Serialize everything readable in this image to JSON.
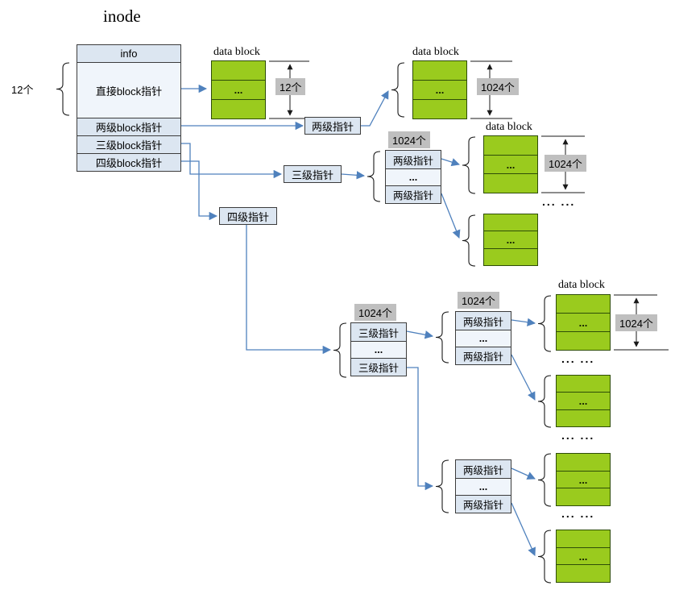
{
  "title": "inode",
  "inode": {
    "rows": [
      "info",
      "直接block指针",
      "两级block指针",
      "三级block指针",
      "四级block指针"
    ],
    "direct_group_label": "12个"
  },
  "pointer_boxes": {
    "double": "两级指针",
    "triple": "三级指针",
    "quad": "四级指针"
  },
  "tables": [
    {
      "count": "1024个",
      "rows": [
        "两级指针",
        "...",
        "两级指针"
      ]
    },
    {
      "count": "1024个",
      "rows": [
        "三级指针",
        "...",
        "三级指针"
      ]
    },
    {
      "count": "1024个",
      "rows": [
        "两级指针",
        "...",
        "两级指针"
      ]
    },
    {
      "rows": [
        "两级指针",
        "...",
        "两级指针"
      ]
    }
  ],
  "data_blocks": [
    {
      "title": "data block",
      "dots": "...",
      "count": "12个"
    },
    {
      "title": "data block",
      "dots": "...",
      "count": "1024个"
    },
    {
      "title": "data block",
      "dots": "...",
      "count": "1024个"
    },
    {
      "dots": "..."
    },
    {
      "title": "data block",
      "dots": "...",
      "count": "1024个"
    },
    {
      "dots": "..."
    },
    {
      "dots": "..."
    },
    {
      "dots": "..."
    }
  ],
  "ellipsis": "... ...",
  "colors": {
    "block_green": "#9ACB1E",
    "table_fill": "#DCE6F1",
    "table_fill_light": "#F0F5FB",
    "count_bg": "#BFBFBF",
    "connector_blue": "#4F81BD",
    "line_black": "#1a1a1a"
  }
}
